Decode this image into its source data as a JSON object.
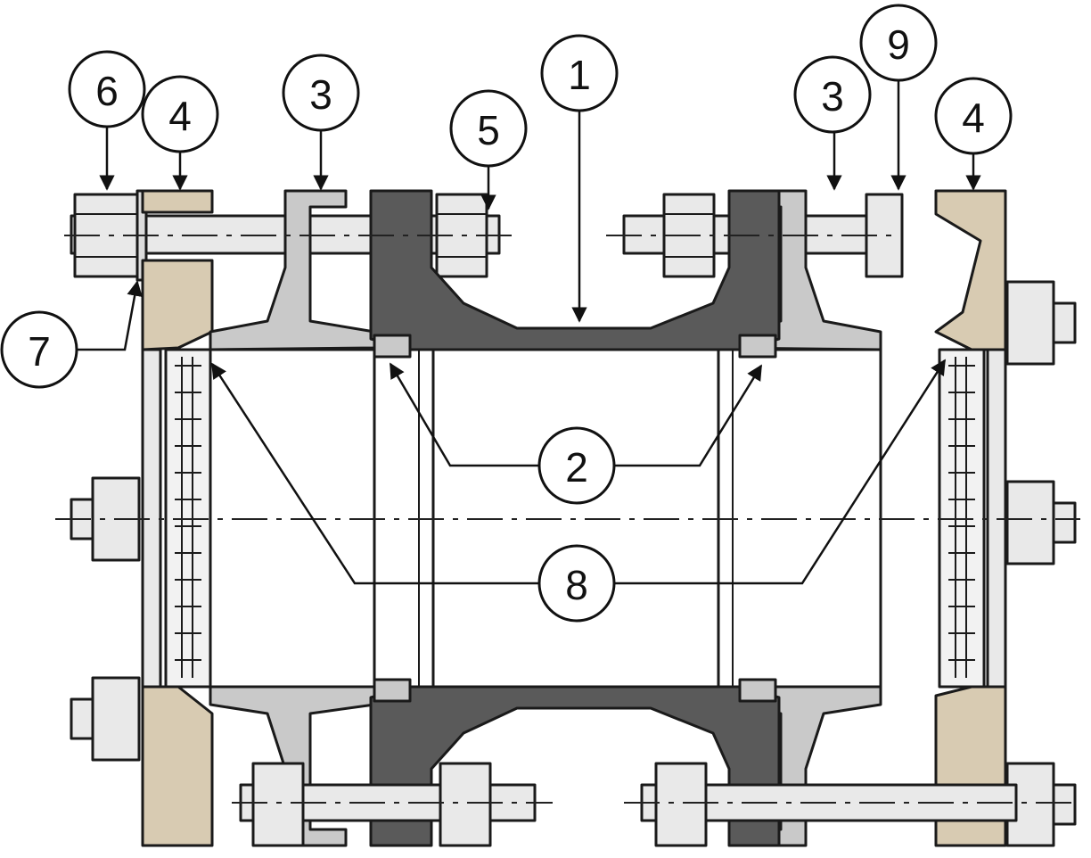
{
  "colors": {
    "steel_light": "#e9e9e9",
    "steel_mid": "#c9c9c9",
    "steel_dark": "#5a5a5a",
    "tan": "#d8cbb2",
    "outline": "#1a1a1a",
    "background": "#ffffff"
  },
  "callouts": {
    "c1": "1",
    "c2": "2",
    "c3a": "3",
    "c3b": "3",
    "c4a": "4",
    "c4b": "4",
    "c5": "5",
    "c6": "6",
    "c7": "7",
    "c8": "8",
    "c9": "9"
  }
}
